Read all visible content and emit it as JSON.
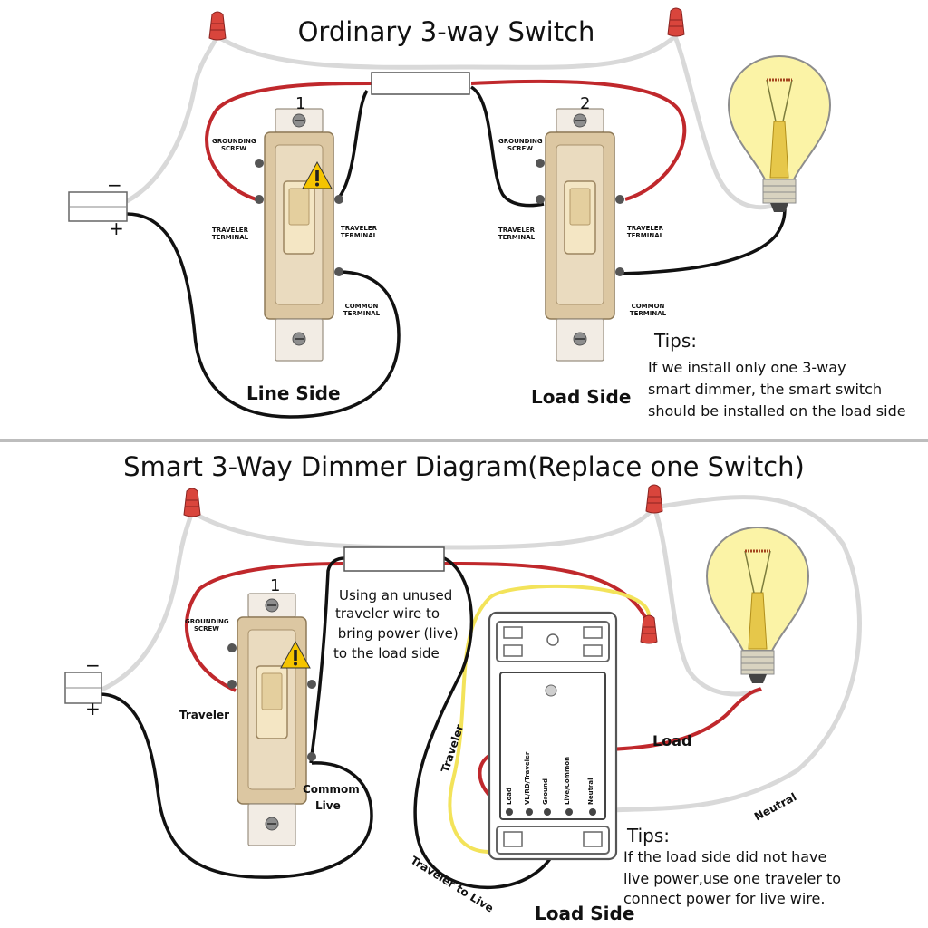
{
  "section1": {
    "title": "Ordinary 3-way Switch",
    "switch1_number": "1",
    "switch2_number": "2",
    "grounding_screw": "GROUNDING SCREW",
    "traveler_terminal": "TRAVELER TERMINAL",
    "common_terminal": "COMMON TERMINAL",
    "minus": "−",
    "plus": "+",
    "line_side": "Line Side",
    "load_side": "Load Side",
    "tips_heading": "Tips:",
    "tips_lines": [
      "If we install only one 3-way",
      "smart dimmer, the smart switch",
      "should be installed on the load side"
    ]
  },
  "section2": {
    "title": "Smart 3-Way Dimmer Diagram(Replace one Switch)",
    "switch1_number": "1",
    "grounding_screw": "GROUNDING SCREW",
    "minus": "−",
    "plus": "+",
    "traveler_label": "Traveler",
    "commom_label": "Commom",
    "live_label": "Live",
    "note_lines": [
      "Using an unused",
      "traveler wire to",
      " bring power (live)",
      "to the load side"
    ],
    "wire_traveler": "Traveler",
    "wire_traveler_to_live": "Traveler to Live",
    "wire_load": "Load",
    "wire_neutral": "Neutral",
    "terminal_labels": [
      "Load",
      "VL/RD/Traveler",
      "Ground",
      "Live/Common",
      "Neutral"
    ],
    "load_side": "Load Side",
    "tips_heading": "Tips:",
    "tips_lines": [
      "If the load side did not have",
      "live power,use one traveler to",
      "connect power for live wire."
    ]
  },
  "colors": {
    "wire_red": "#c0282c",
    "wire_black": "#111111",
    "wire_white": "#d9d9d9",
    "wire_yellow": "#f3e35a",
    "wire_nut": "#d9453c",
    "bulb_glass": "#fbf3a6",
    "switch_body": "#d9c4a0",
    "warning": "#f5c400"
  },
  "icons": [
    "warning-icon",
    "light-bulb-icon",
    "wire-nut-icon"
  ]
}
